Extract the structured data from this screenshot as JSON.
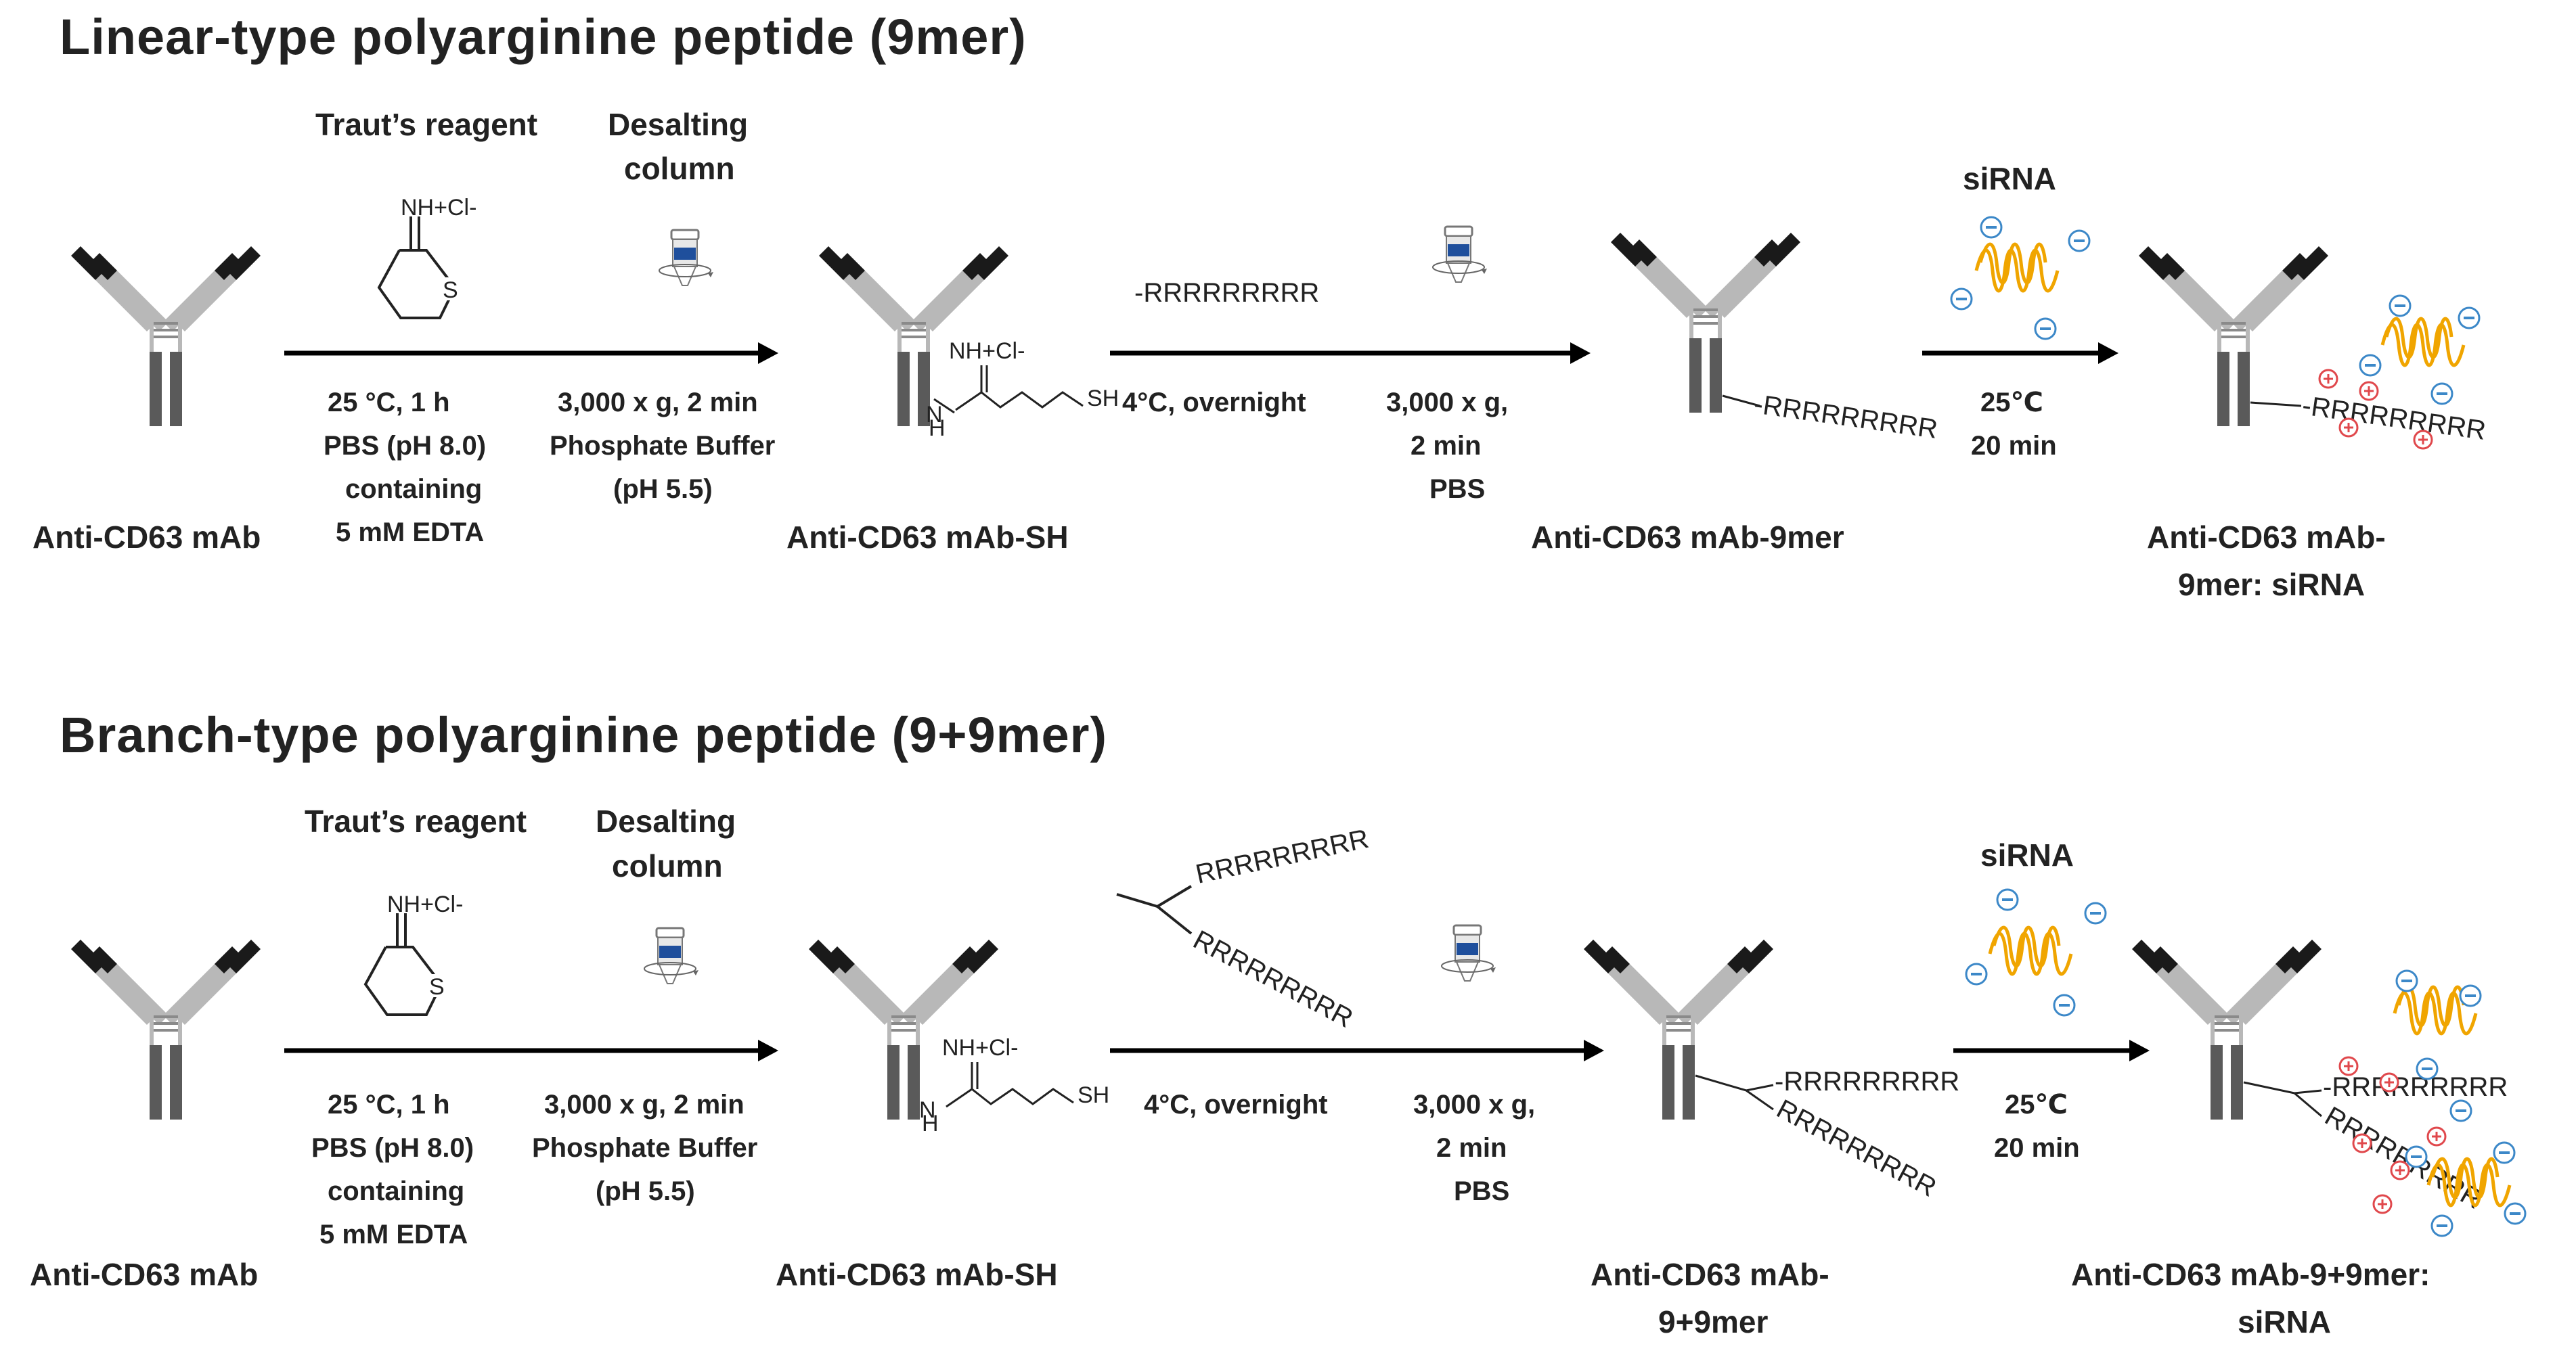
{
  "sections": [
    {
      "title": "Linear-type polyarginine peptide (9mer)",
      "step1": {
        "reagent_label": "Traut’s reagent",
        "column_label_l1": "Desalting",
        "column_label_l2": "column",
        "chem_iminium": "NH+Cl-",
        "chem_sulfur": "S",
        "cond_l1": "25 °C, 1 h",
        "cond_l2": "PBS (pH 8.0)",
        "cond_l3": "containing",
        "cond_l4": "5 mM EDTA",
        "spin_l1": "3,000 x g, 2 min",
        "spin_l2": "Phosphate Buffer",
        "spin_l3": "(pH 5.5)"
      },
      "step2": {
        "peptide_above": "-RRRRRRRRR",
        "cond_l1": "4°C, overnight",
        "spin_l1": "3,000 x g,",
        "spin_l2": "2 min",
        "spin_l3": "PBS"
      },
      "step3": {
        "sirna_label": "siRNA",
        "temp": "25℃",
        "time": "20 min"
      },
      "products": {
        "p0": "Anti-CD63 mAb",
        "p1": "Anti-CD63 mAb-SH",
        "p1_chem_iminium": "NH+Cl-",
        "p1_chem_sh": "SH",
        "p1_chem_h": "H",
        "p1_chem_n": "N",
        "p2": "Anti-CD63 mAb-9mer",
        "p2_peptide": "-RRRRRRRRR",
        "p3_l1": "Anti-CD63 mAb-",
        "p3_l2": "9mer: siRNA",
        "p3_peptide": "-RRRRRRRRR"
      }
    },
    {
      "title": "Branch-type polyarginine peptide (9+9mer)",
      "step1": {
        "reagent_label": "Traut’s reagent",
        "column_label_l1": "Desalting",
        "column_label_l2": "column",
        "chem_iminium": "NH+Cl-",
        "chem_sulfur": "S",
        "cond_l1": "25 °C, 1 h",
        "cond_l2": "PBS (pH 8.0)",
        "cond_l3": "containing",
        "cond_l4": "5 mM EDTA",
        "spin_l1": "3,000 x g, 2 min",
        "spin_l2": "Phosphate Buffer",
        "spin_l3": "(pH 5.5)"
      },
      "step2": {
        "peptide_branch_a": "RRRRRRRRR",
        "peptide_branch_b": "RRRRRRRRR",
        "cond_l1": "4°C, overnight",
        "spin_l1": "3,000 x g,",
        "spin_l2": "2 min",
        "spin_l3": "PBS"
      },
      "step3": {
        "sirna_label": "siRNA",
        "temp": "25℃",
        "time": "20 min"
      },
      "products": {
        "p0": "Anti-CD63 mAb",
        "p1": "Anti-CD63 mAb-SH",
        "p1_chem_iminium": "NH+Cl-",
        "p1_chem_sh": "SH",
        "p1_chem_h": "H",
        "p1_chem_n": "N",
        "p2_l1": "Anti-CD63 mAb-",
        "p2_l2": "9+9mer",
        "p2_peptide_a": "-RRRRRRRRR",
        "p2_peptide_b": "RRRRRRRRR",
        "p3_l1": "Anti-CD63 mAb-9+9mer:",
        "p3_l2": "siRNA",
        "p3_peptide_a": "-RRRRRRRRR",
        "p3_peptide_b": "RRRRRRRRR"
      }
    }
  ],
  "colors": {
    "arrow": "#000000",
    "antibody_dark": "#5a5a5a",
    "antibody_light": "#b8b8b8",
    "antibody_tip": "#1a1a1a",
    "sirna_helix": "#f0a500",
    "negative_charge": "#3c88c8",
    "positive_charge": "#e0484c",
    "column_blue": "#1f4f9c"
  },
  "icons": [
    "antibody-icon",
    "desalting-column-icon",
    "sirna-helix-icon",
    "negative-charge-icon",
    "positive-charge-icon"
  ]
}
